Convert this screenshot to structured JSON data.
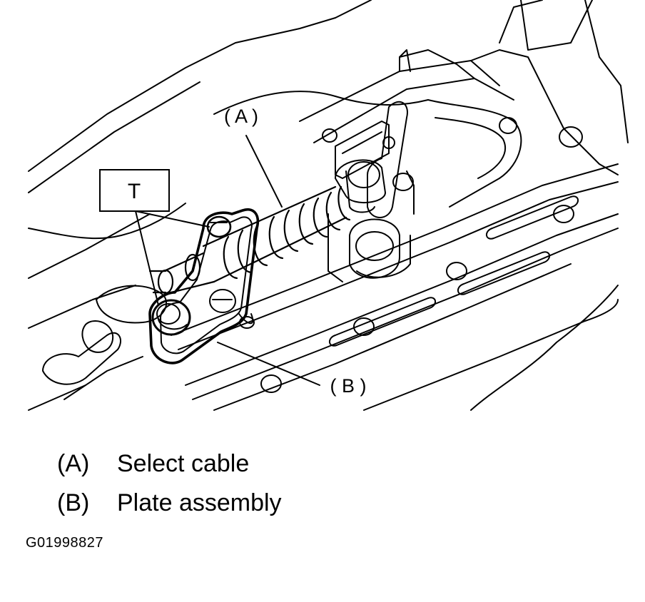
{
  "callouts": {
    "a": "( A )",
    "b": "( B )",
    "t": "T"
  },
  "legend": [
    {
      "key": "(A)",
      "label": "Select cable"
    },
    {
      "key": "(B)",
      "label": "Plate assembly"
    }
  ],
  "figure_id": "G01998827"
}
